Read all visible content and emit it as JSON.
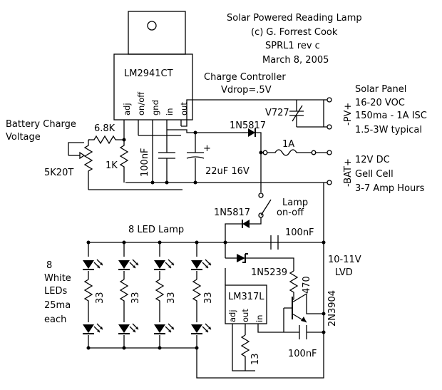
{
  "title": {
    "line1": "Solar Powered Reading Lamp",
    "line2": "(c) G. Forrest Cook",
    "line3": "SPRL1 rev c",
    "line4": "March 8, 2005"
  },
  "regulator": {
    "part": "LM2941CT",
    "pins": [
      "adj",
      "on/off",
      "gnd",
      "in",
      "out"
    ]
  },
  "controller": {
    "title": "Charge Controller",
    "vdrop": "Vdrop=.5V"
  },
  "battery_charge": {
    "line1": "Battery Charge",
    "line2": "Voltage",
    "pot": "5K20T",
    "r1": "6.8K",
    "r2": "1K",
    "c1": "100nF",
    "c2": "22uF 16V",
    "plus": "+"
  },
  "solar_panel": {
    "varistor": "V727",
    "term_label": "-PV+",
    "lines": [
      "Solar Panel",
      "16-20 VOC",
      "150ma - 1A ISC",
      "1.5-3W typical"
    ]
  },
  "battery": {
    "fuse": "1A",
    "term_label": "-BAT+",
    "lines": [
      "12V DC",
      "Gell Cell",
      "3-7 Amp Hours"
    ]
  },
  "diodes": {
    "d1": "1N5817",
    "d2": "1N5817",
    "zener": "1N5239"
  },
  "lamp": {
    "switch_l1": "Lamp",
    "switch_l2": "on-off",
    "title": "8 LED Lamp",
    "cap": "100nF",
    "resistor": "33",
    "leds_l1": "8",
    "leds_l2": "White",
    "leds_l3": "LEDs",
    "leds_l4": "25ma",
    "leds_l5": "each"
  },
  "lvd": {
    "line1": "10-11V",
    "line2": "LVD",
    "r": "470",
    "transistor": "2N3904",
    "cap": "100nF"
  },
  "lm317": {
    "part": "LM317L",
    "pins": [
      "adj",
      "out",
      "in"
    ],
    "r": "13"
  }
}
